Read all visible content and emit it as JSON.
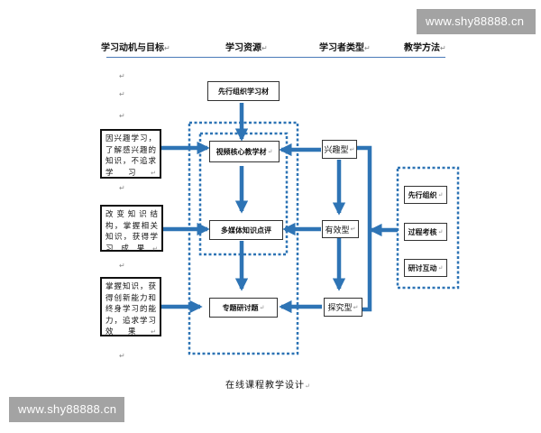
{
  "watermark": {
    "top": "www.shy88888.cn",
    "bottom": "www.shy88888.cn"
  },
  "headers": [
    "学习动机与目标",
    "学习资源",
    "学习者类型",
    "教学方法"
  ],
  "para_mark": "↵",
  "resources": {
    "advance": "先行组织学习材",
    "video": "视频核心教学材",
    "multimedia": "多媒体知识点评",
    "topic": "专题研讨题"
  },
  "motivations": [
    "因兴趣学习，了解感兴趣的知识，不追求学习",
    "改变知识结构，掌握相关知识，获得学习成果",
    "掌握知识，获得创新能力和终身学习的能力，追求学习效果"
  ],
  "learner_types": [
    "兴趣型",
    "有效型",
    "探究型"
  ],
  "methods": [
    "先行组织",
    "过程考核",
    "研讨互动"
  ],
  "caption": "在线课程教学设计",
  "colors": {
    "arrow": "#2e74b5",
    "dashed": "#2e74b5",
    "rule": "#4a7ab8"
  }
}
